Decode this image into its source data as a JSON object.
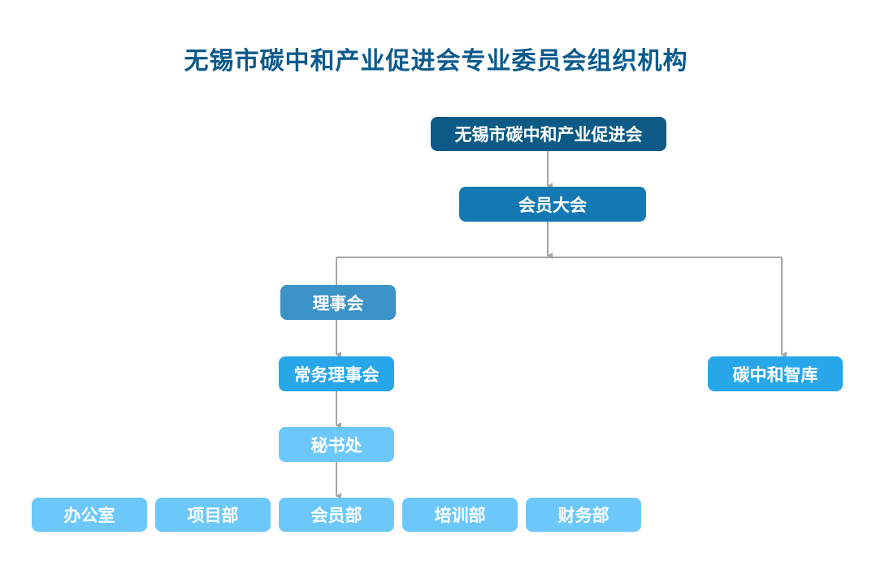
{
  "title": "无锡市碳中和产业促进会专业委员会组织机构",
  "nodes": {
    "root": "无锡市碳中和产业促进会",
    "assembly": "会员大会",
    "council": "理事会",
    "standing": "常务理事会",
    "think_tank": "碳中和智库",
    "secretariat": "秘书处",
    "departments": [
      "办公室",
      "项目部",
      "会员部",
      "培训部",
      "财务部"
    ]
  },
  "colors": {
    "title": "#0b5a8c",
    "root": "#0d5a86",
    "assembly": "#1478b4",
    "council": "#3a92c7",
    "standing": "#27a6ea",
    "secretariat": "#6cc8fa",
    "connector": "#a6a6a6"
  }
}
